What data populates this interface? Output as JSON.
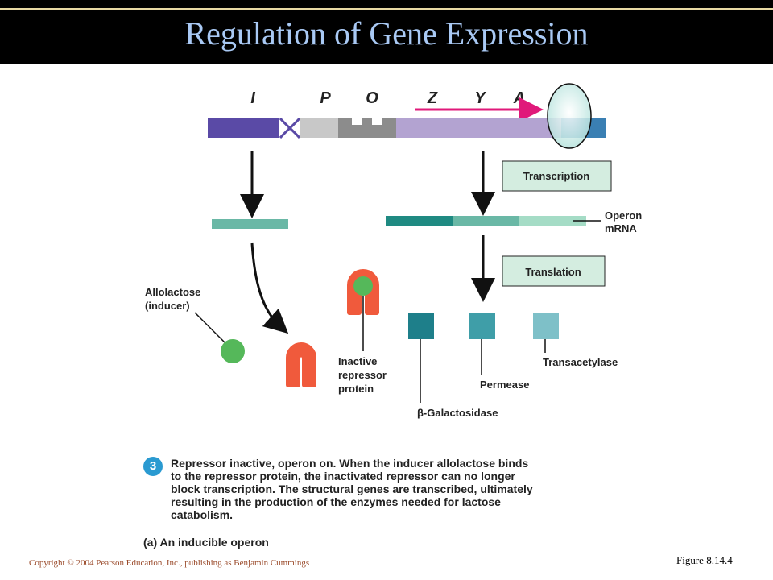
{
  "title": "Regulation of Gene Expression",
  "gene_labels": [
    "I",
    "P",
    "O",
    "Z",
    "Y",
    "A"
  ],
  "boxes": {
    "transcription": "Transcription",
    "translation": "Translation"
  },
  "labels": {
    "operon_mrna_1": "Operon",
    "operon_mrna_2": "mRNA",
    "allolactose_1": "Allolactose",
    "allolactose_2": "(inducer)",
    "inactive_1": "Inactive",
    "inactive_2": "repressor",
    "inactive_3": "protein",
    "transacetylase": "Transacetylase",
    "permease": "Permease",
    "galactosidase": "β-Galactosidase"
  },
  "caption": {
    "step": "3",
    "lead": "Repressor inactive, operon on.",
    "body": " When the inducer allolactose binds to the repressor protein, the inactivated repressor can no longer block transcription. The structural genes are transcribed, ultimately resulting in the production of the enzymes needed for lactose catabolism.",
    "sub": "(a) An inducible operon"
  },
  "footer": {
    "copyright": "Copyright © 2004 Pearson Education, Inc., publishing as Benjamin Cummings",
    "figure": "Figure 8.14.4"
  },
  "colors": {
    "header_bg": "#000000",
    "title": "#a9c9f4",
    "gene_i": "#5a4aa6",
    "promoter": "#c8c8c8",
    "operator": "#8c8c8c",
    "structural": "#b3a3d1",
    "downstream": "#3a7fb3",
    "arrow_pink": "#e0197a",
    "mrna_dark": "#1f8a82",
    "mrna_mid": "#6ab8a6",
    "mrna_light": "#a5dcc6",
    "repressor": "#f05a3c",
    "inducer": "#55b85a",
    "box_fill": "#d4ede0",
    "enzyme_1": "#1e7f8a",
    "enzyme_2": "#3f9ea8",
    "enzyme_3": "#7ec0c8"
  }
}
